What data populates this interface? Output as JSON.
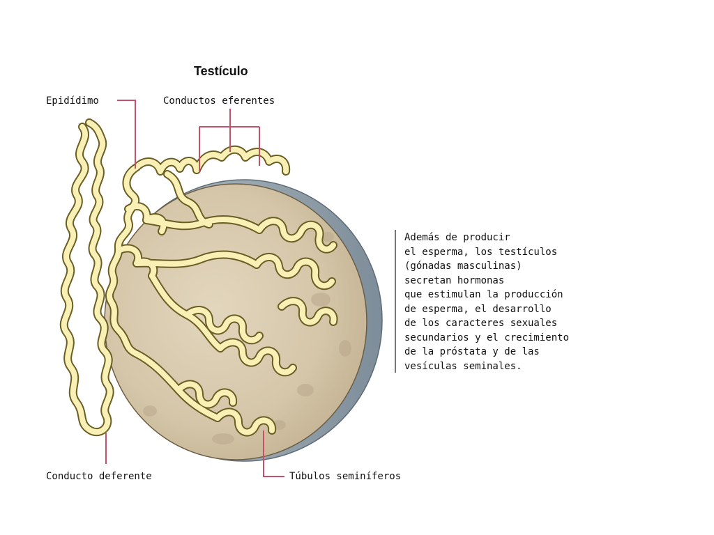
{
  "title": "Testículo",
  "labels": {
    "epididymis": "Epidídimo",
    "efferent_ducts": "Conductos eferentes",
    "vas_deferens": "Conducto deferente",
    "seminiferous_tubules": "Túbulos seminíferos"
  },
  "description": [
    "Además de producir",
    "el esperma, los testículos",
    "(gónadas masculinas)",
    "secretan hormonas",
    "que estimulan la producción",
    "de esperma, el desarrollo",
    "de los caracteres sexuales",
    "secundarios y el crecimiento",
    "de la próstata y de las",
    "vesículas seminales."
  ],
  "colors": {
    "tubule_fill": "#f8f0b4",
    "tubule_outline": "#6b5e24",
    "testis_fill": "#d9cbb1",
    "tunica_shadow": "#8a9aa6",
    "leader_line": "#c4506a"
  }
}
